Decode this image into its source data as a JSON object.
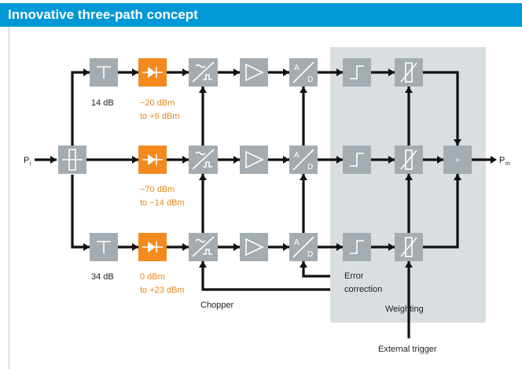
{
  "header": {
    "title": "Innovative three-path concept"
  },
  "colors": {
    "header_bg": "#0098d6",
    "block": "#a4acb1",
    "detector": "#f28a1e",
    "panel": "#d9dee1",
    "orange_text": "#e8871e"
  },
  "ports": {
    "input_main": "P",
    "input_sub": "i",
    "output_main": "P",
    "output_sub": "m"
  },
  "attenuators": {
    "top": "14 dB",
    "bottom": "34 dB"
  },
  "detector_ranges": {
    "top_line1": "−20 dBm",
    "top_line2": "to +6 dBm",
    "mid_line1": "−70 dBm",
    "mid_line2": "to −14 dBm",
    "bot_line1": "0 dBm",
    "bot_line2": "to +23 dBm"
  },
  "adc": {
    "a": "A",
    "d": "D"
  },
  "summer": {
    "symbol": "+"
  },
  "labels": {
    "chopper": "Chopper",
    "error_line1": "Error",
    "error_line2": "correction",
    "weighting": "Weighting",
    "external_trigger": "External trigger"
  },
  "icons": {
    "attenuator": "t-attenuator-icon",
    "detector": "diode-icon",
    "chopper": "chopper-switch-icon",
    "amplifier": "triangle-amplifier-icon",
    "adc": "a-slash-d-icon",
    "filter": "step-icon",
    "weight": "variable-resistor-icon",
    "splitter": "power-splitter-icon"
  }
}
